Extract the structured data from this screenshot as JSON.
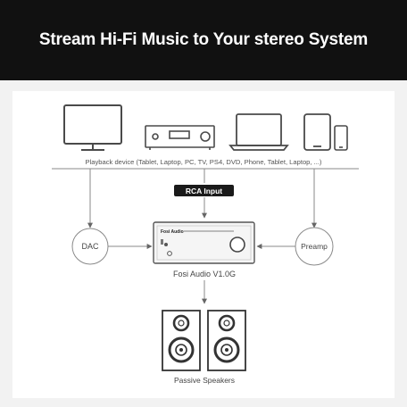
{
  "header": {
    "title": "Stream Hi-Fi Music to Your stereo System"
  },
  "diagram": {
    "playback_label": "Playback device (Tablet, Laptop, PC, TV, PS4, DVD, Phone, Tablet, Laptop, ...)",
    "rca_label": "RCA Input",
    "dac_label": "DAC",
    "preamp_label": "Preamp",
    "amp_brand": "Fosi Audio",
    "amp_model": "Fosi Audio V1.0G",
    "speakers_label": "Passive Speakers"
  },
  "colors": {
    "banner": "#111111",
    "badge": "#1a1a1a",
    "line": "#8a8a8a",
    "device": "#4a4a4a"
  }
}
